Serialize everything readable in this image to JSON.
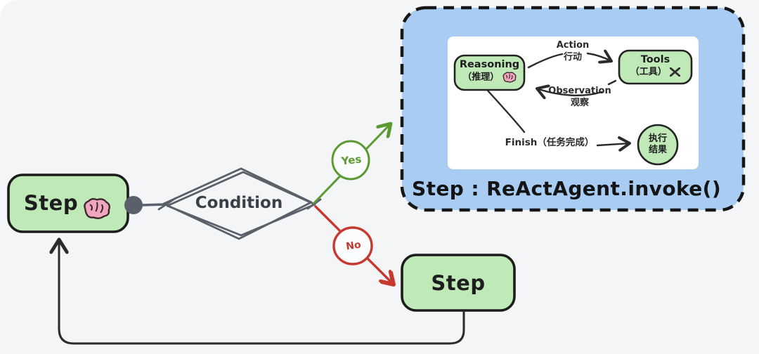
{
  "colors": {
    "background": "#f4f5f7",
    "node_green": "#bfe9b6",
    "node_border": "#222222",
    "panel_blue": "#a9cdf2",
    "panel_border": "#161616",
    "diamond_stroke": "#59606a",
    "yes_green": "#5a9b31",
    "no_red": "#c6392f",
    "line_dark": "#2b2b2b",
    "brain_pink": "#f0a7bd"
  },
  "flow": {
    "step_left": "Step",
    "step_bottom": "Step",
    "condition": "Condition",
    "yes": "Yes",
    "no": "No"
  },
  "panel": {
    "caption": "Step :  ReActAgent.invoke()",
    "reasoning_en": "Reasoning",
    "reasoning_zh": "（推理）",
    "tools_en": "Tools",
    "tools_zh": "（工具）",
    "action_en": "Action",
    "action_zh": "行动",
    "observation_en": "Observation",
    "observation_zh": "观察",
    "finish": "Finish（任务完成）",
    "result_line1": "执行",
    "result_line2": "结果"
  },
  "icons": {
    "brain": "brain-icon",
    "tools": "crossed-tools-icon"
  }
}
